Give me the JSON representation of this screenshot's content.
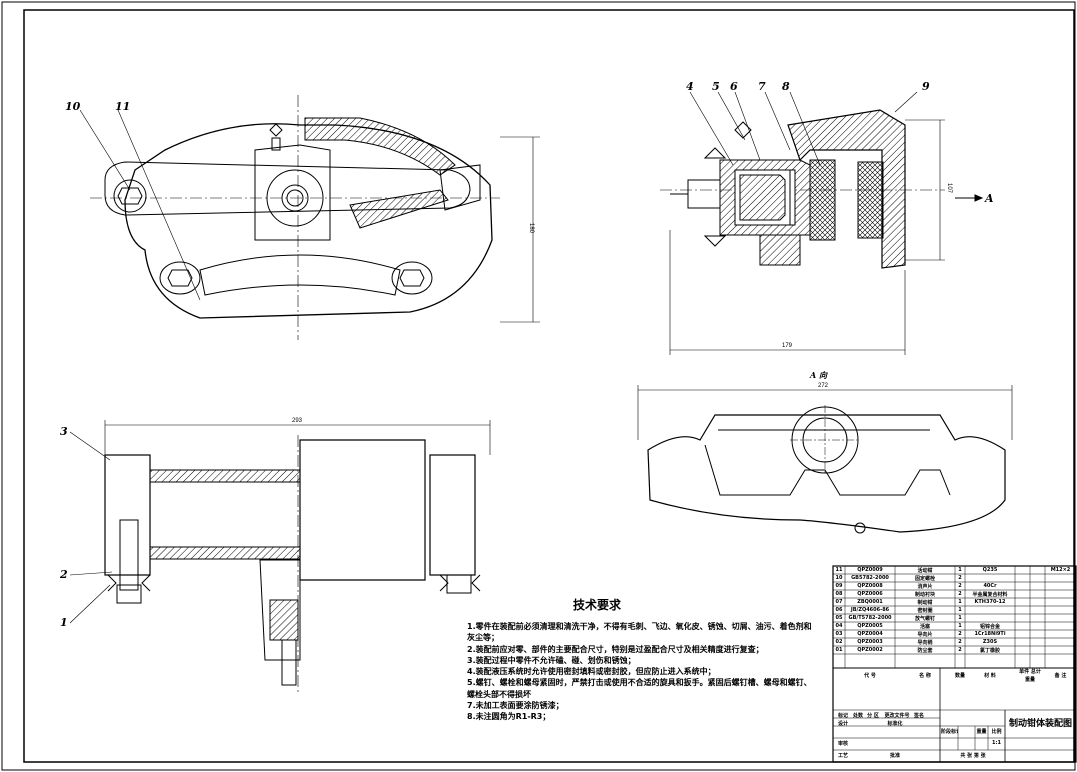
{
  "drawing": {
    "view_label": "A 向",
    "arrow_label": "A",
    "part_labels": [
      "1",
      "2",
      "3",
      "4",
      "5",
      "6",
      "7",
      "8",
      "9",
      "10",
      "11"
    ],
    "dims": {
      "top_right_height": "107",
      "front_width": "293",
      "side_width": "179",
      "view_a_width": "272",
      "front_height": "180"
    }
  },
  "notes": {
    "title": "技术要求",
    "items": [
      "1.零件在装配前必须清理和清洗干净，不得有毛刺、飞边、氧化皮、锈蚀、切屑、油污、着色剂和灰尘等；",
      "2.装配前应对零、部件的主要配合尺寸，特别是过盈配合尺寸及相关精度进行复查；",
      "3.装配过程中零件不允许磕、碰、划伤和锈蚀；",
      "4.装配液压系统时允许使用密封填料或密封胶，但应防止进入系统中；",
      "5.螺钉、螺栓和螺母紧固时，严禁打击或使用不合适的旋具和扳手。紧固后螺钉槽、螺母和螺钉、螺栓头部不得损坏",
      "7.未加工表面要涂防锈漆；",
      "8.未注圆角为R1-R3；"
    ]
  },
  "bom": {
    "rows": [
      {
        "no": "11",
        "code": "QPZ0009",
        "name": "活动钳",
        "qty": "1",
        "material": "Q235",
        "note": "M12×2"
      },
      {
        "no": "10",
        "code": "GB5782-2000",
        "name": "固定螺栓",
        "qty": "2",
        "material": "",
        "note": ""
      },
      {
        "no": "09",
        "code": "QPZ0008",
        "name": "消声片",
        "qty": "2",
        "material": "40Cr",
        "note": ""
      },
      {
        "no": "08",
        "code": "QPZ0006",
        "name": "制动衬块",
        "qty": "2",
        "material": "半金属复合材料",
        "note": ""
      },
      {
        "no": "07",
        "code": "ZBQ0001",
        "name": "制动钳",
        "qty": "1",
        "material": "KTH370-12",
        "note": ""
      },
      {
        "no": "06",
        "code": "JB/ZQ4606-86",
        "name": "密封圈",
        "qty": "1",
        "material": "",
        "note": ""
      },
      {
        "no": "05",
        "code": "GB/T5782-2000",
        "name": "放气螺钉",
        "qty": "1",
        "material": "",
        "note": ""
      },
      {
        "no": "04",
        "code": "QPZ0005",
        "name": "活塞",
        "qty": "1",
        "material": "铝锌合金",
        "note": ""
      },
      {
        "no": "03",
        "code": "QPZ0004",
        "name": "导向片",
        "qty": "2",
        "material": "1Cr18Ni9Ti",
        "note": ""
      },
      {
        "no": "02",
        "code": "QPZ0003",
        "name": "导向销",
        "qty": "2",
        "material": "Z30S",
        "note": ""
      },
      {
        "no": "01",
        "code": "QPZ0002",
        "name": "防尘套",
        "qty": "2",
        "material": "氯丁橡胶",
        "note": ""
      }
    ],
    "headers": {
      "code": "代 号",
      "name": "名 称",
      "qty": "数量",
      "material": "材 料",
      "unit_total": "单件 总计",
      "weight": "重量",
      "note": "备 注"
    },
    "title": "制动钳体装配图",
    "scale": "1:1",
    "labels": {
      "mark": "标记",
      "count": "处数",
      "zone": "分 区",
      "docno": "更改文件号",
      "sign": "签名",
      "design": "设计",
      "std": "标准化",
      "stage": "阶段标记",
      "weight": "重量",
      "ratio": "比例",
      "review": "审核",
      "craft": "工艺",
      "approve": "批准",
      "sheets": "共 张 第 张"
    }
  }
}
